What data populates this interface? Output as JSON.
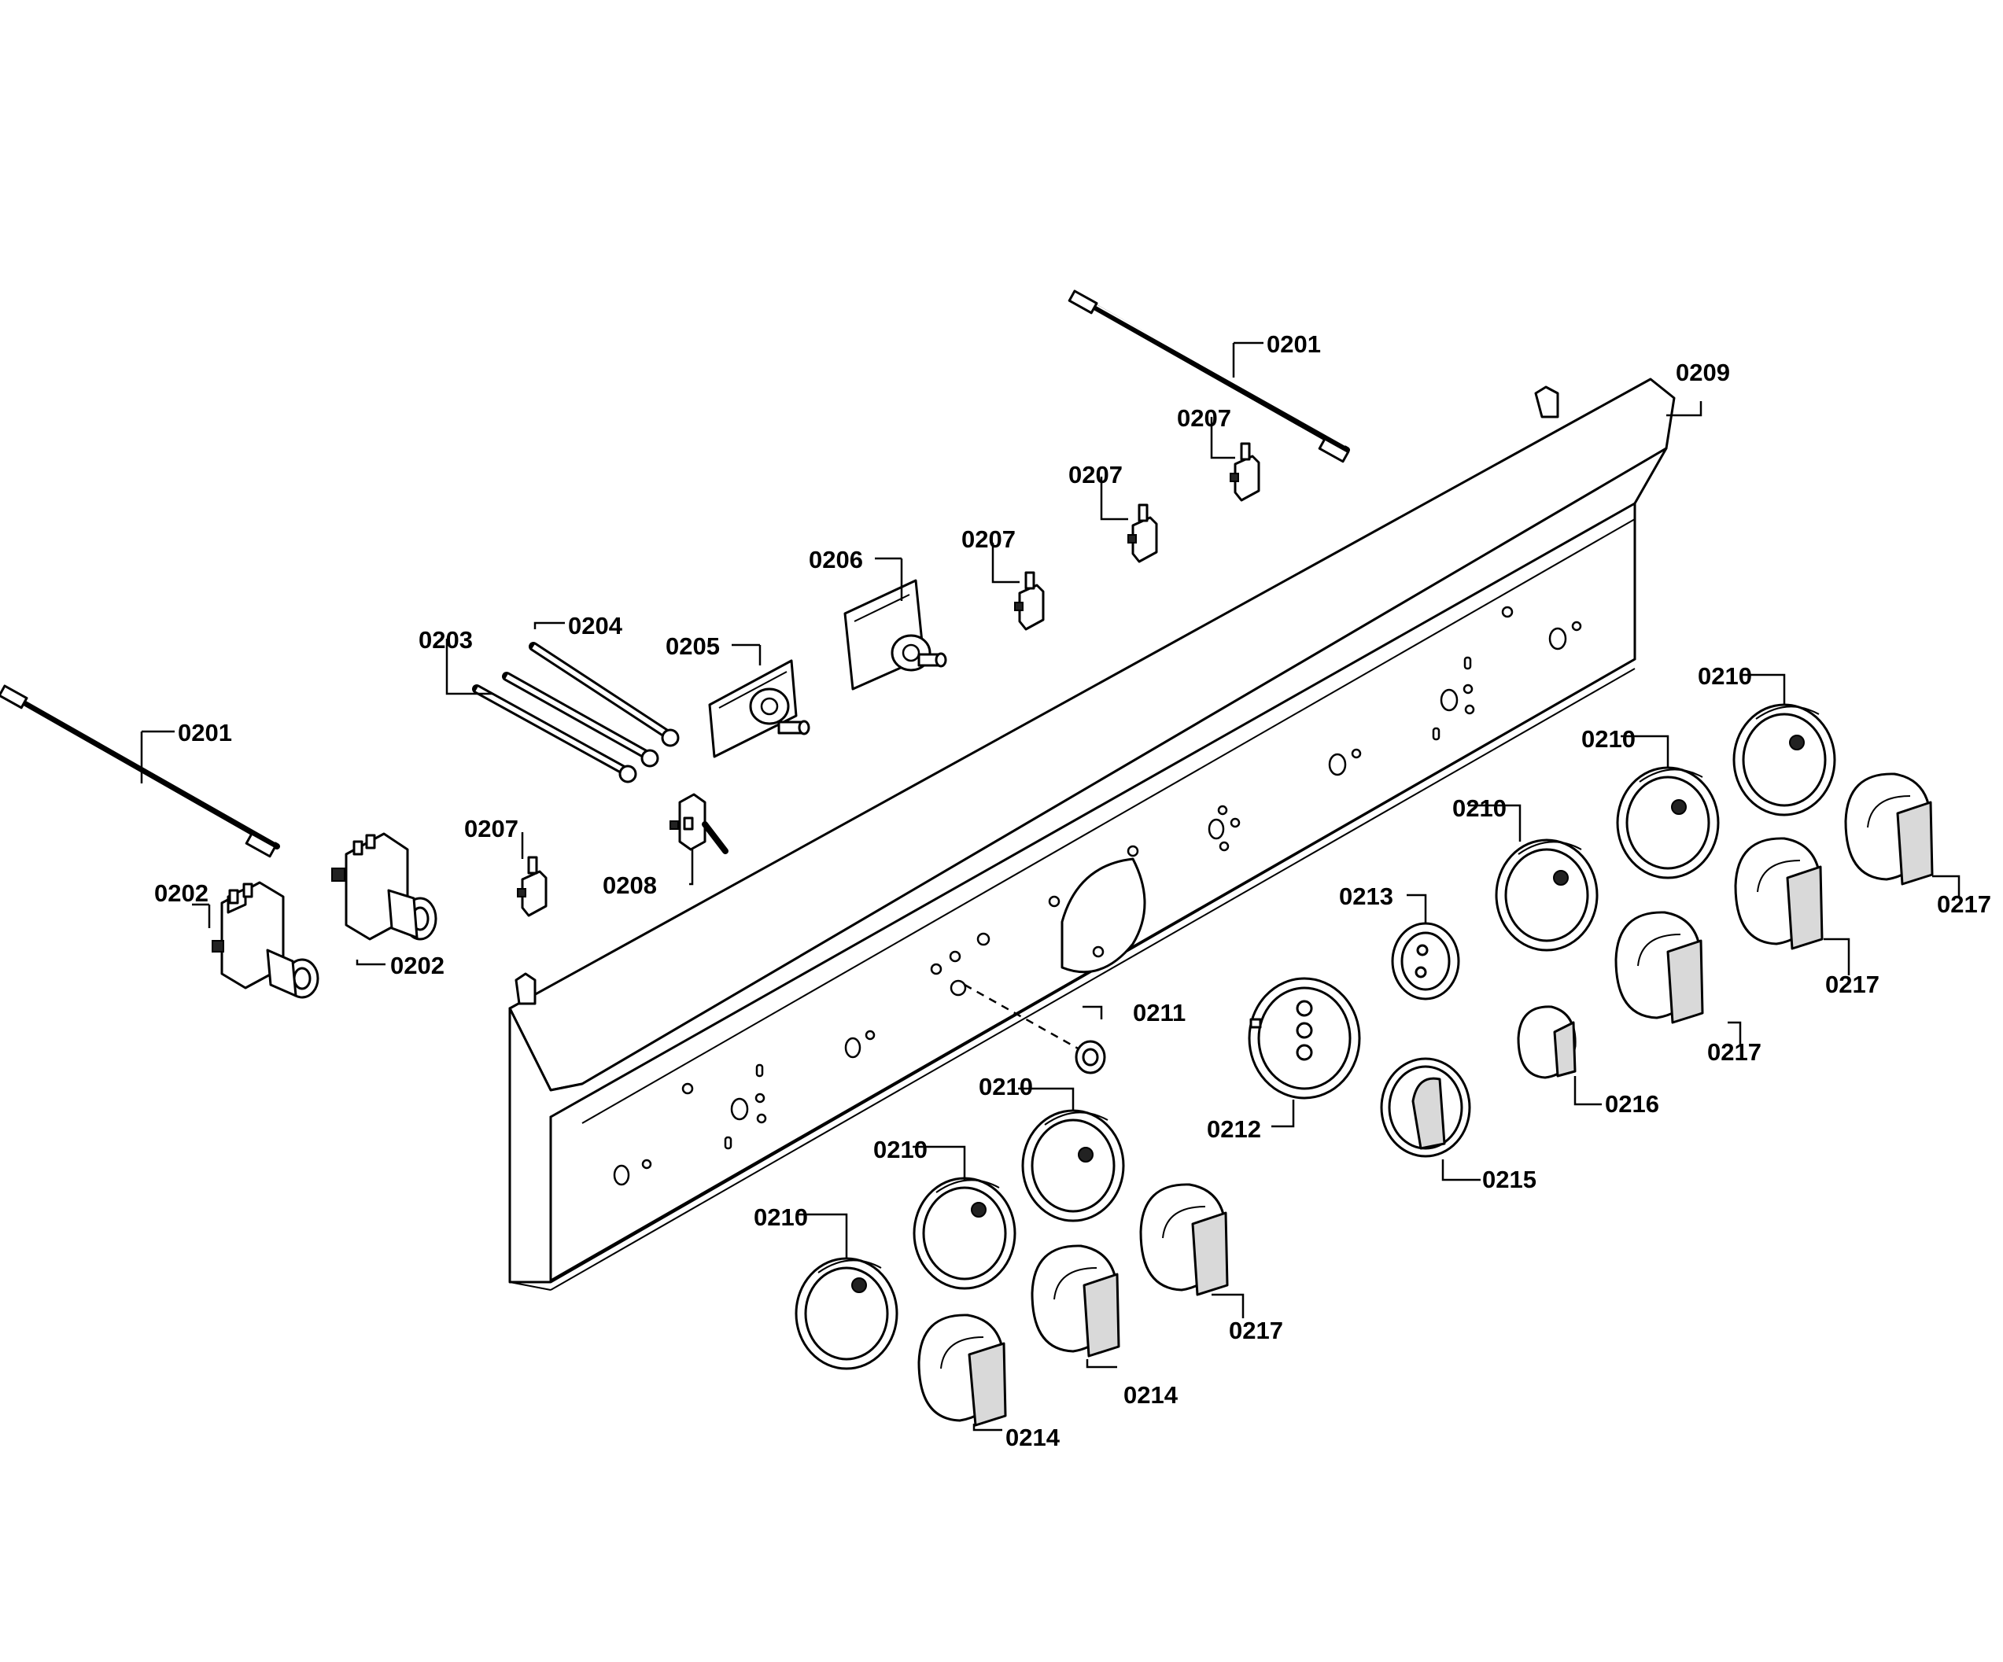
{
  "labels": {
    "c0201a": "0201",
    "c0201b": "0201",
    "c0202a": "0202",
    "c0202b": "0202",
    "c0203": "0203",
    "c0204": "0204",
    "c0205": "0205",
    "c0206": "0206",
    "c0207a": "0207",
    "c0207b": "0207",
    "c0207c": "0207",
    "c0207d": "0207",
    "c0208": "0208",
    "c0209": "0209",
    "c0210a": "0210",
    "c0210b": "0210",
    "c0210c": "0210",
    "c0210d": "0210",
    "c0210e": "0210",
    "c0210f": "0210",
    "c0211": "0211",
    "c0212": "0212",
    "c0213": "0213",
    "c0214a": "0214",
    "c0214b": "0214",
    "c0215": "0215",
    "c0216": "0216",
    "c0217a": "0217",
    "c0217b": "0217",
    "c0217c": "0217",
    "c0217d": "0217"
  }
}
